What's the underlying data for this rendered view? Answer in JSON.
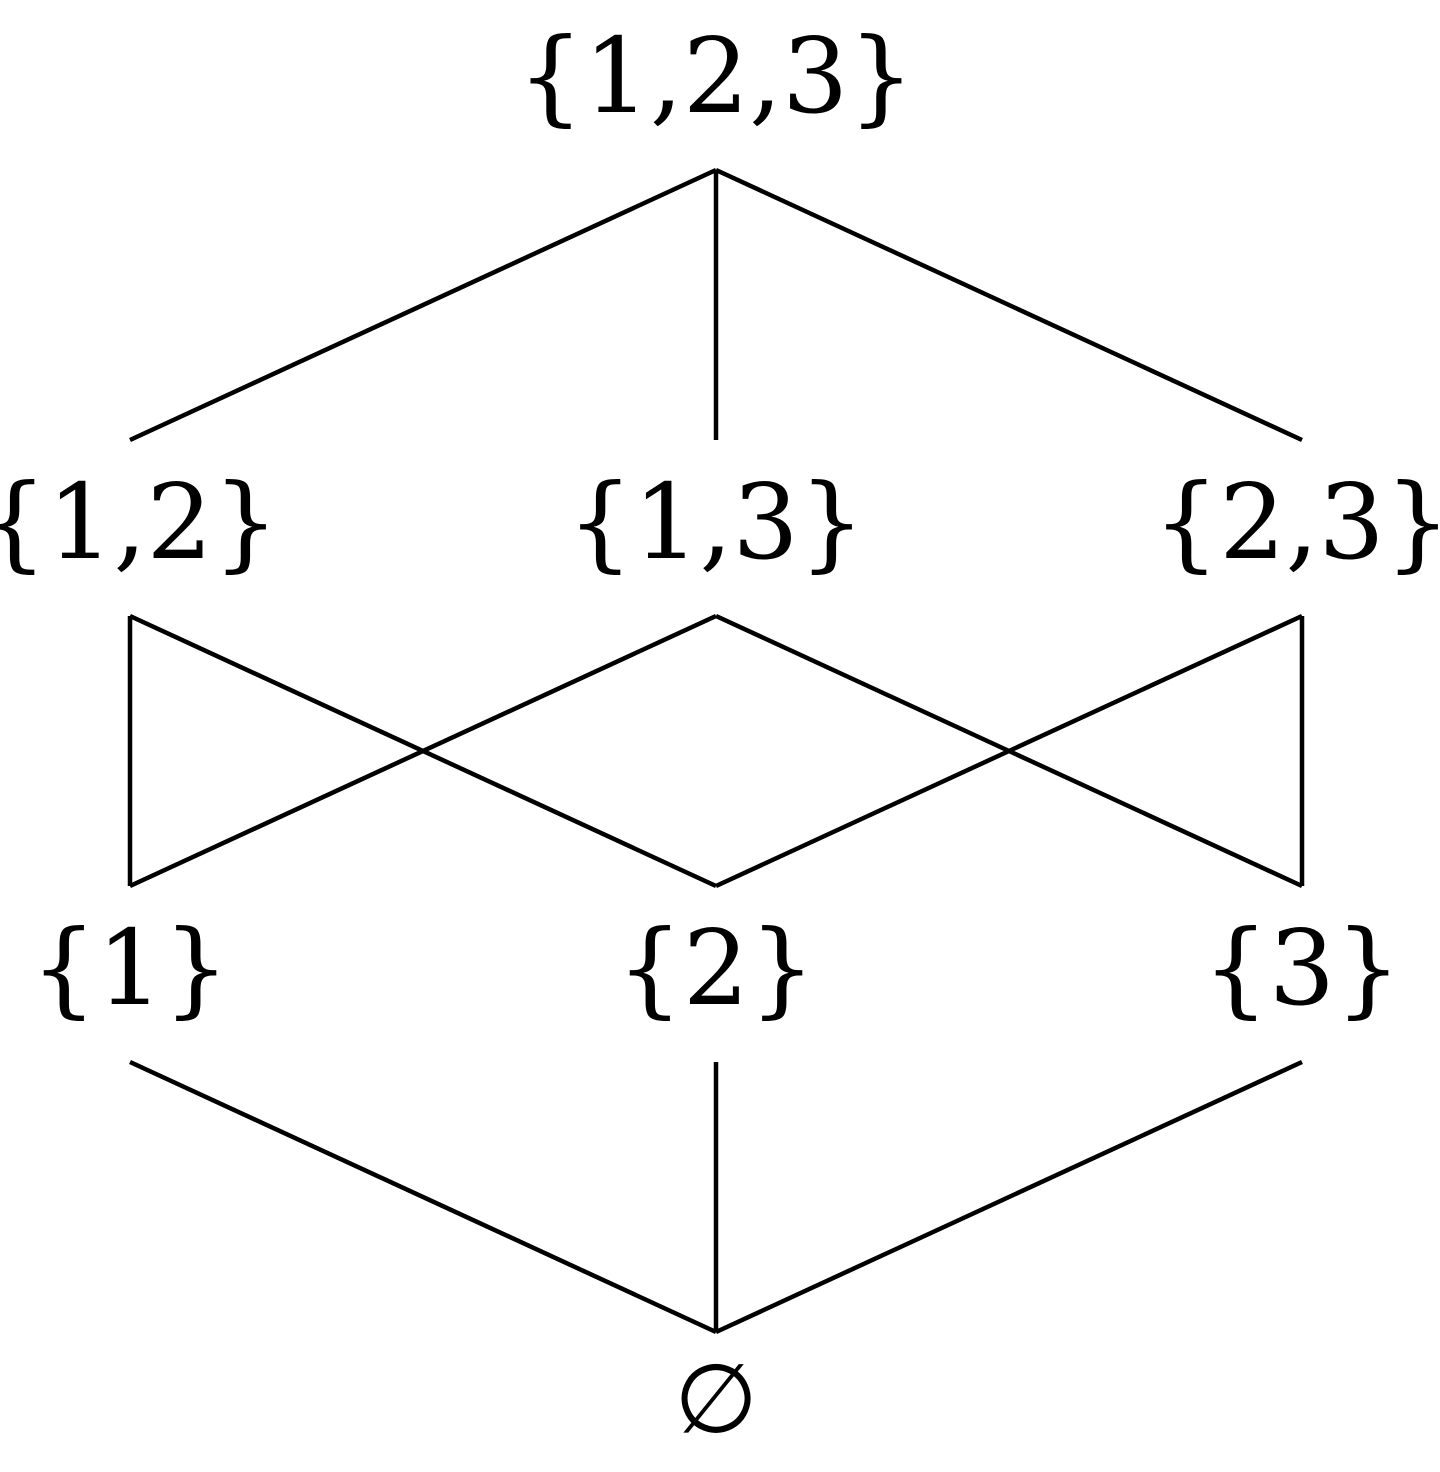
{
  "diagram": {
    "nodes": {
      "top": "{1,2,3}",
      "pair_12": "{1,2}",
      "pair_13": "{1,3}",
      "pair_23": "{2,3}",
      "single_1": "{1}",
      "single_2": "{2}",
      "single_3": "{3}",
      "bottom": "∅"
    },
    "edges": [
      [
        "top",
        "pair_12"
      ],
      [
        "top",
        "pair_13"
      ],
      [
        "top",
        "pair_23"
      ],
      [
        "pair_12",
        "single_1"
      ],
      [
        "pair_12",
        "single_2"
      ],
      [
        "pair_13",
        "single_1"
      ],
      [
        "pair_13",
        "single_3"
      ],
      [
        "pair_23",
        "single_2"
      ],
      [
        "pair_23",
        "single_3"
      ],
      [
        "single_1",
        "bottom"
      ],
      [
        "single_2",
        "bottom"
      ],
      [
        "single_3",
        "bottom"
      ]
    ],
    "line_color": "#000000",
    "text_color": "#000000"
  }
}
